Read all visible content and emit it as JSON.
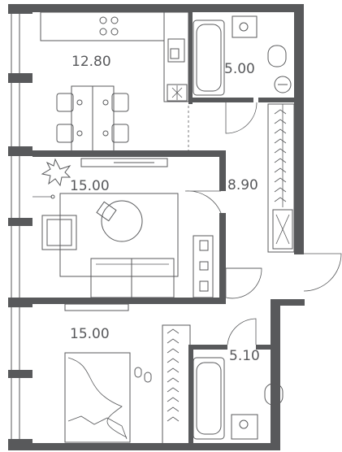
{
  "floor_plan": {
    "rooms": [
      {
        "id": "kitchen",
        "area": "12.80"
      },
      {
        "id": "bathroom-1",
        "area": "5.00"
      },
      {
        "id": "living-room",
        "area": "15.00"
      },
      {
        "id": "hallway",
        "area": "8.90"
      },
      {
        "id": "bedroom",
        "area": "15.00"
      },
      {
        "id": "bathroom-2",
        "area": "5.10"
      }
    ],
    "colors": {
      "wall": "#58595b",
      "background": "#ffffff",
      "label": "#57585b"
    }
  }
}
